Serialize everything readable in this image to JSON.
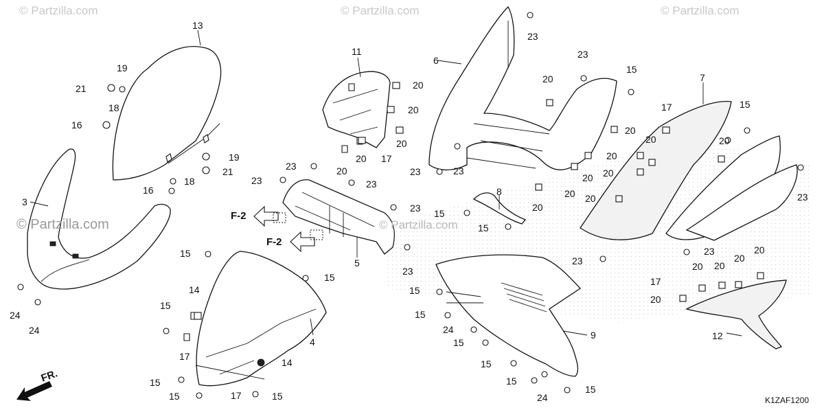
{
  "watermarks": {
    "top_left": "© Partzilla.com",
    "top_center": "© Partzilla.com",
    "top_right": "© Partzilla.com",
    "left_mid": "© Partzilla.com",
    "center_mid": "© Partzilla.com"
  },
  "diagram_code": "K1ZAF1200",
  "front_arrow_label": "FR.",
  "ref_label": "F-2",
  "parts": {
    "p3": "3",
    "p4": "4",
    "p5": "5",
    "p6": "6",
    "p7": "7",
    "p8": "8",
    "p9": "9",
    "p11": "11",
    "p12": "12",
    "p13": "13",
    "p14": "14",
    "p15": "15",
    "p16": "16",
    "p17": "17",
    "p18": "18",
    "p19": "19",
    "p20": "20",
    "p21": "21",
    "p23": "23",
    "p24": "24"
  }
}
